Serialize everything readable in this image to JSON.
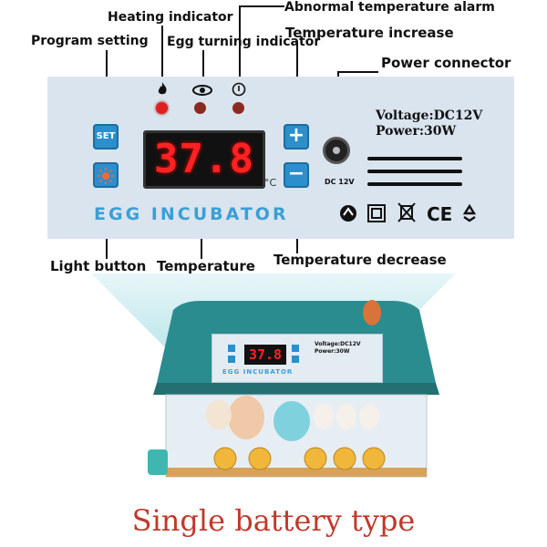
{
  "callouts": {
    "heating_indicator": "Heating indicator",
    "abnormal_alarm": "Abnormal temperature alarm",
    "program_setting": "Program setting",
    "egg_turning": "Egg turning indicator",
    "temp_increase": "Temperature increase",
    "power_connector": "Power connector",
    "light_button": "Light button",
    "temperature": "Temperature",
    "temp_decrease": "Temperature decrease"
  },
  "panel": {
    "set_label": "SET",
    "display_value": "37.8",
    "unit": "°C",
    "brand": "EGG INCUBATOR",
    "plus_label": "+",
    "minus_label": "−",
    "voltage": "Voltage:DC12V",
    "power": "Power:30W",
    "dc_label": "DC 12V",
    "light_icon": "sun-icon",
    "heating_icon": "flame-icon",
    "turning_icon": "rotate-icon",
    "alarm_icon": "alarm-icon",
    "certifications": [
      "recycle-icon",
      "double-square-icon",
      "weee-bin-icon",
      "CE",
      "recycle-arrows-icon"
    ]
  },
  "device": {
    "small_display": "37.8",
    "small_brand": "EGG INCUBATOR",
    "small_voltage": "Voltage:DC12V",
    "small_power": "Power:30W"
  },
  "caption": "Single battery type",
  "colors": {
    "panel_bg": "#d9e4ee",
    "button_blue": "#2c8fcb",
    "led_red": "#e02020",
    "display_red": "#ff2222",
    "lid_teal": "#2b8c8f",
    "caption_red": "#c0392b"
  }
}
